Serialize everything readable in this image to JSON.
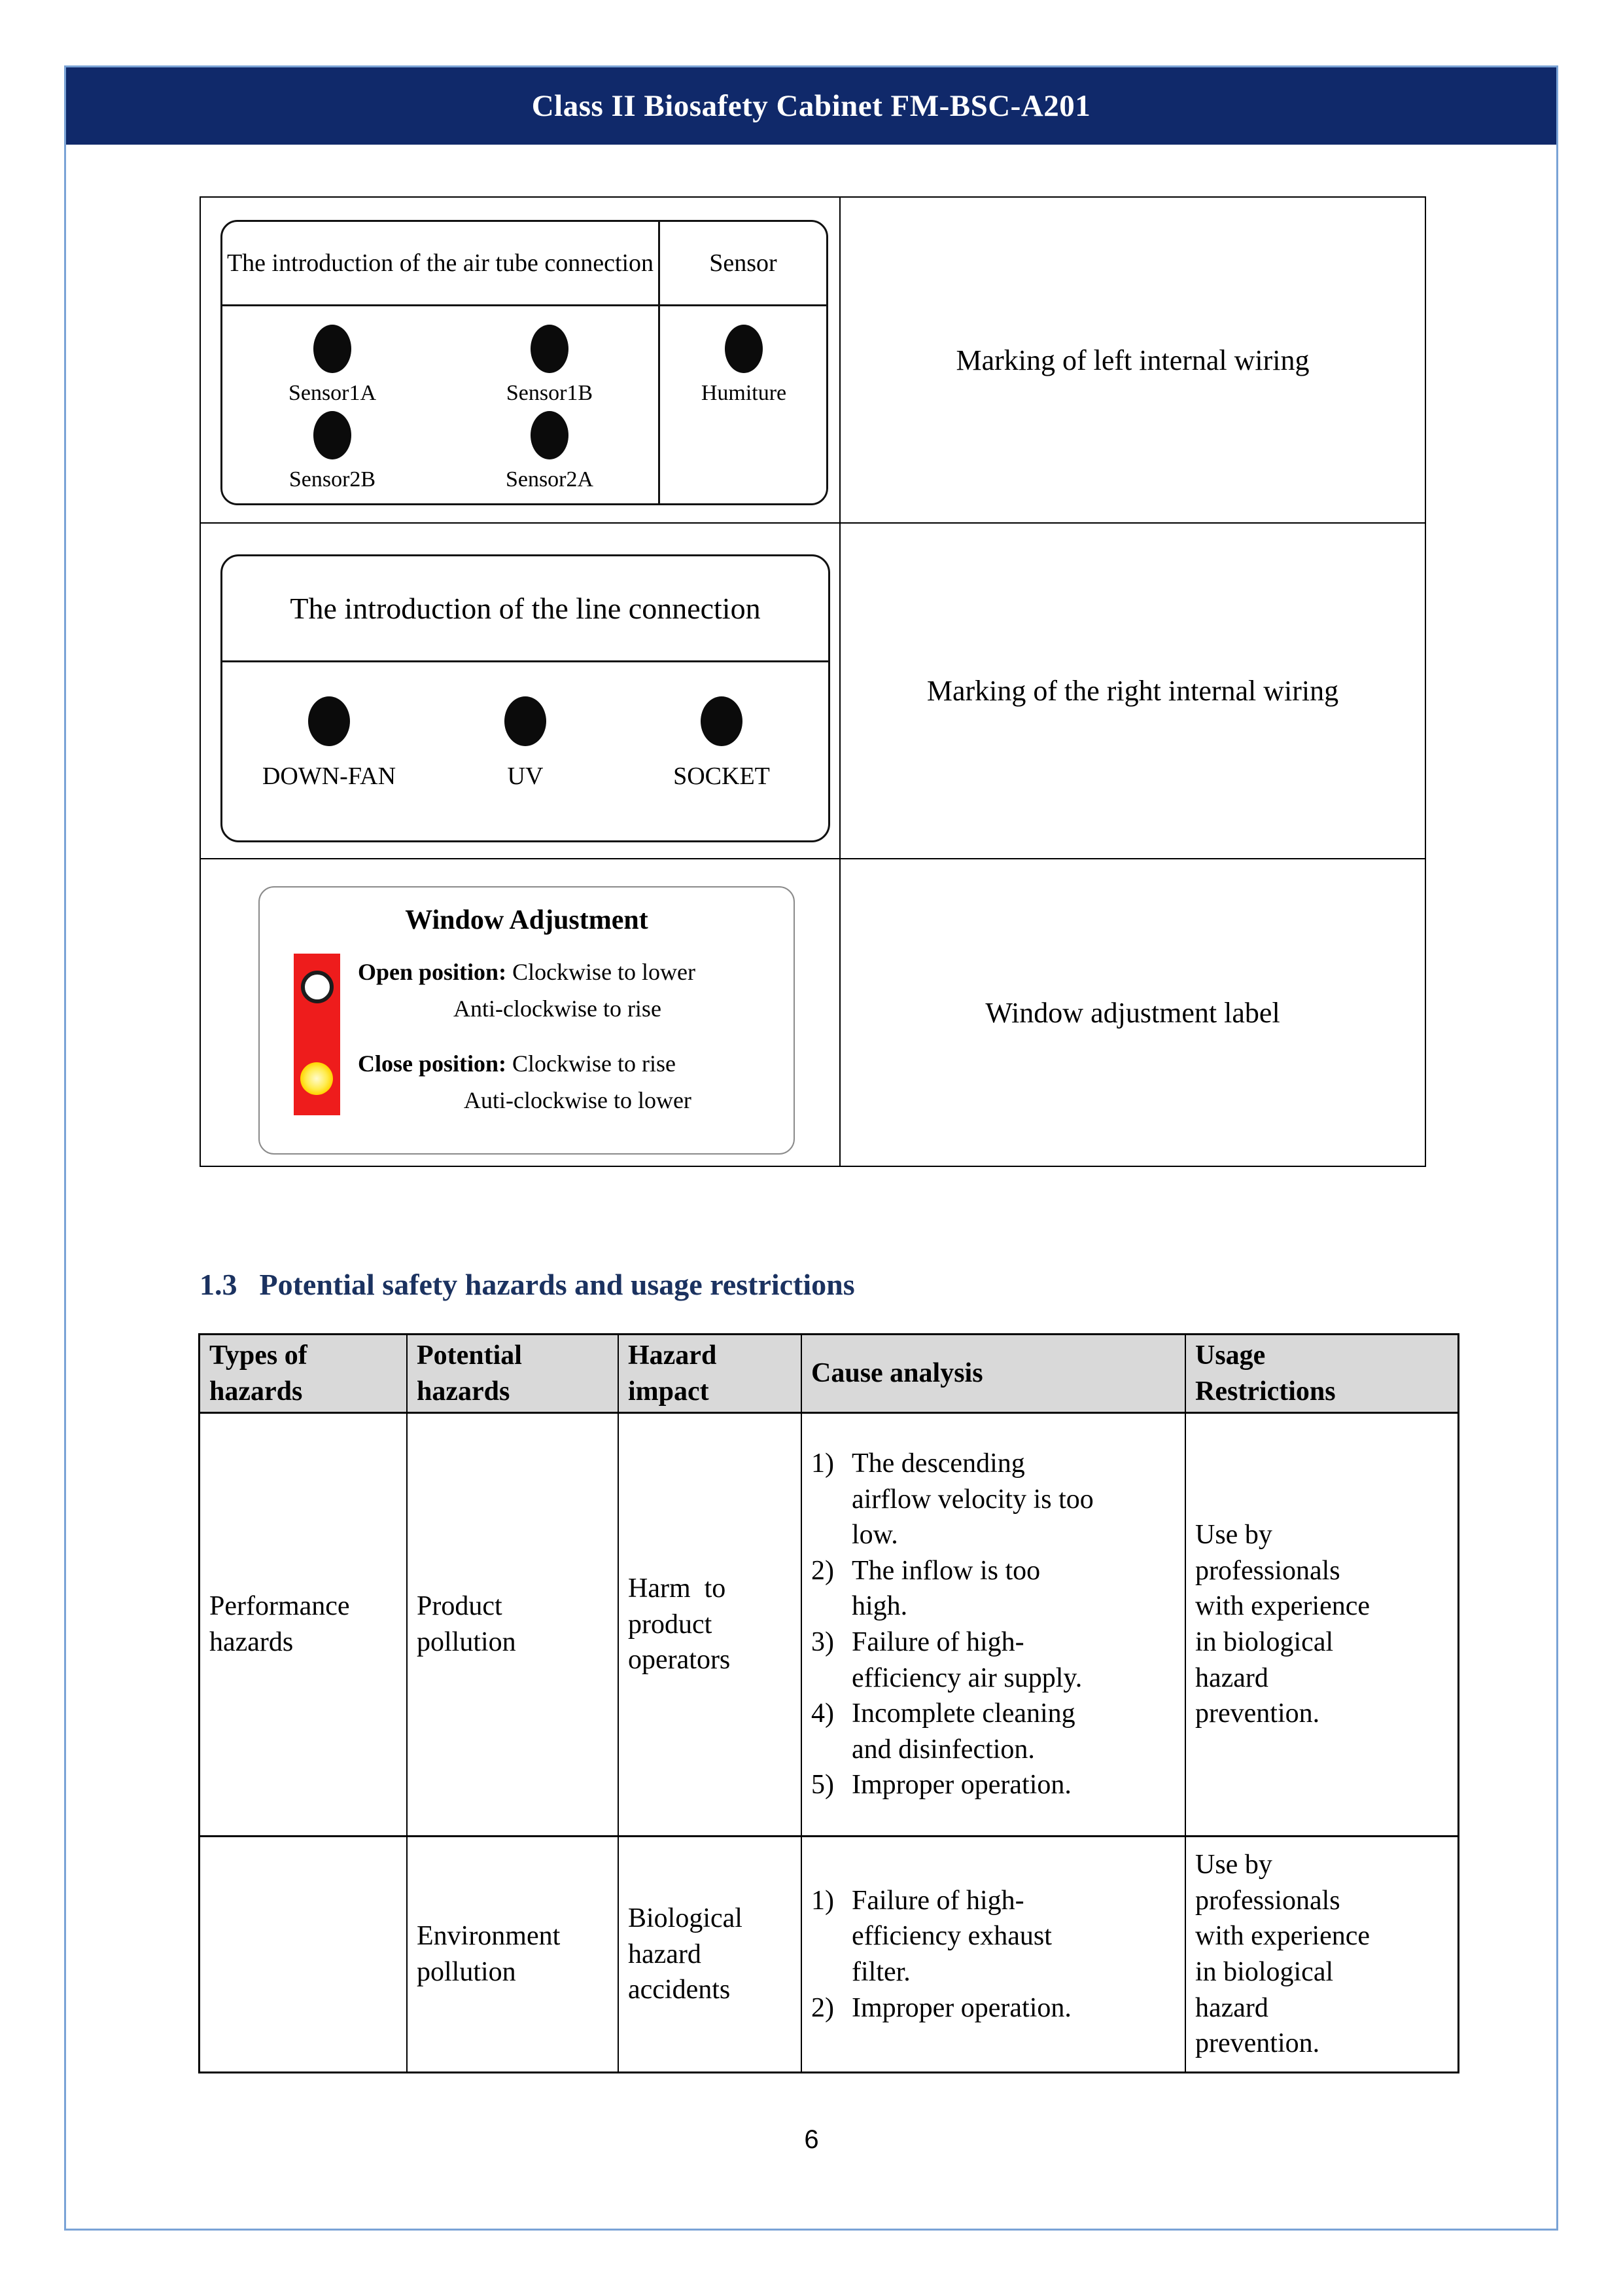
{
  "page": {
    "title": "Class II Biosafety Cabinet FM-BSC-A201",
    "page_number": "6",
    "colors": {
      "header_bg": "#10296a",
      "page_border": "#7aa3d6",
      "section_heading": "#1b3260",
      "table_header_bg": "#d9d9d9",
      "red_bar": "#ee1c1c",
      "yellow_indicator": "#ffd400"
    }
  },
  "table1": {
    "rows": [
      {
        "caption": "Marking of left internal wiring"
      },
      {
        "caption": "Marking of the right internal wiring"
      },
      {
        "caption": "Window adjustment label"
      }
    ],
    "air_tube": {
      "title": "The introduction of the air tube connection",
      "col2": "Sensor",
      "sensor1a": "Sensor1A",
      "sensor1b": "Sensor1B",
      "humiture": "Humiture",
      "sensor2b": "Sensor2B",
      "sensor2a": "Sensor2A"
    },
    "line_conn": {
      "title": "The introduction of the line connection",
      "fan": "DOWN-FAN",
      "uv": "UV",
      "socket": "SOCKET"
    },
    "window_adj": {
      "title": "Window Adjustment",
      "open_label": "Open position:",
      "open_text": " Clockwise to lower",
      "open_text2": "Anti-clockwise to rise",
      "close_label": "Close position:",
      "close_text": " Clockwise to rise",
      "close_text2": "Auti-clockwise to lower"
    }
  },
  "section": {
    "number": "1.3",
    "title": "Potential safety hazards and usage restrictions"
  },
  "table2": {
    "headers": [
      "Types of\nhazards",
      "Potential\nhazards",
      "Hazard\nimpact",
      "Cause analysis",
      "Usage\nRestrictions"
    ],
    "rows": [
      {
        "type": "Performance\nhazards",
        "potential": "Product\npollution",
        "impact": "Harm  to\nproduct\noperators",
        "causes": [
          {
            "num": "1)",
            "text": "The descending\nairflow velocity is too\nlow."
          },
          {
            "num": "2)",
            "text": "The inflow is too\nhigh."
          },
          {
            "num": "3)",
            "text": "Failure of high-\nefficiency air supply."
          },
          {
            "num": "4)",
            "text": "Incomplete cleaning\nand disinfection."
          },
          {
            "num": "5)",
            "text": "Improper operation."
          }
        ],
        "usage": "Use by\nprofessionals\nwith experience\nin biological\nhazard\nprevention."
      },
      {
        "type": "",
        "potential": "Environment\npollution",
        "impact": "Biological\nhazard\naccidents",
        "causes": [
          {
            "num": "1)",
            "text": "Failure of high-\nefficiency exhaust\nfilter."
          },
          {
            "num": "2)",
            "text": "Improper operation."
          }
        ],
        "usage": "Use by\nprofessionals\nwith experience\nin biological\nhazard\nprevention."
      }
    ]
  }
}
